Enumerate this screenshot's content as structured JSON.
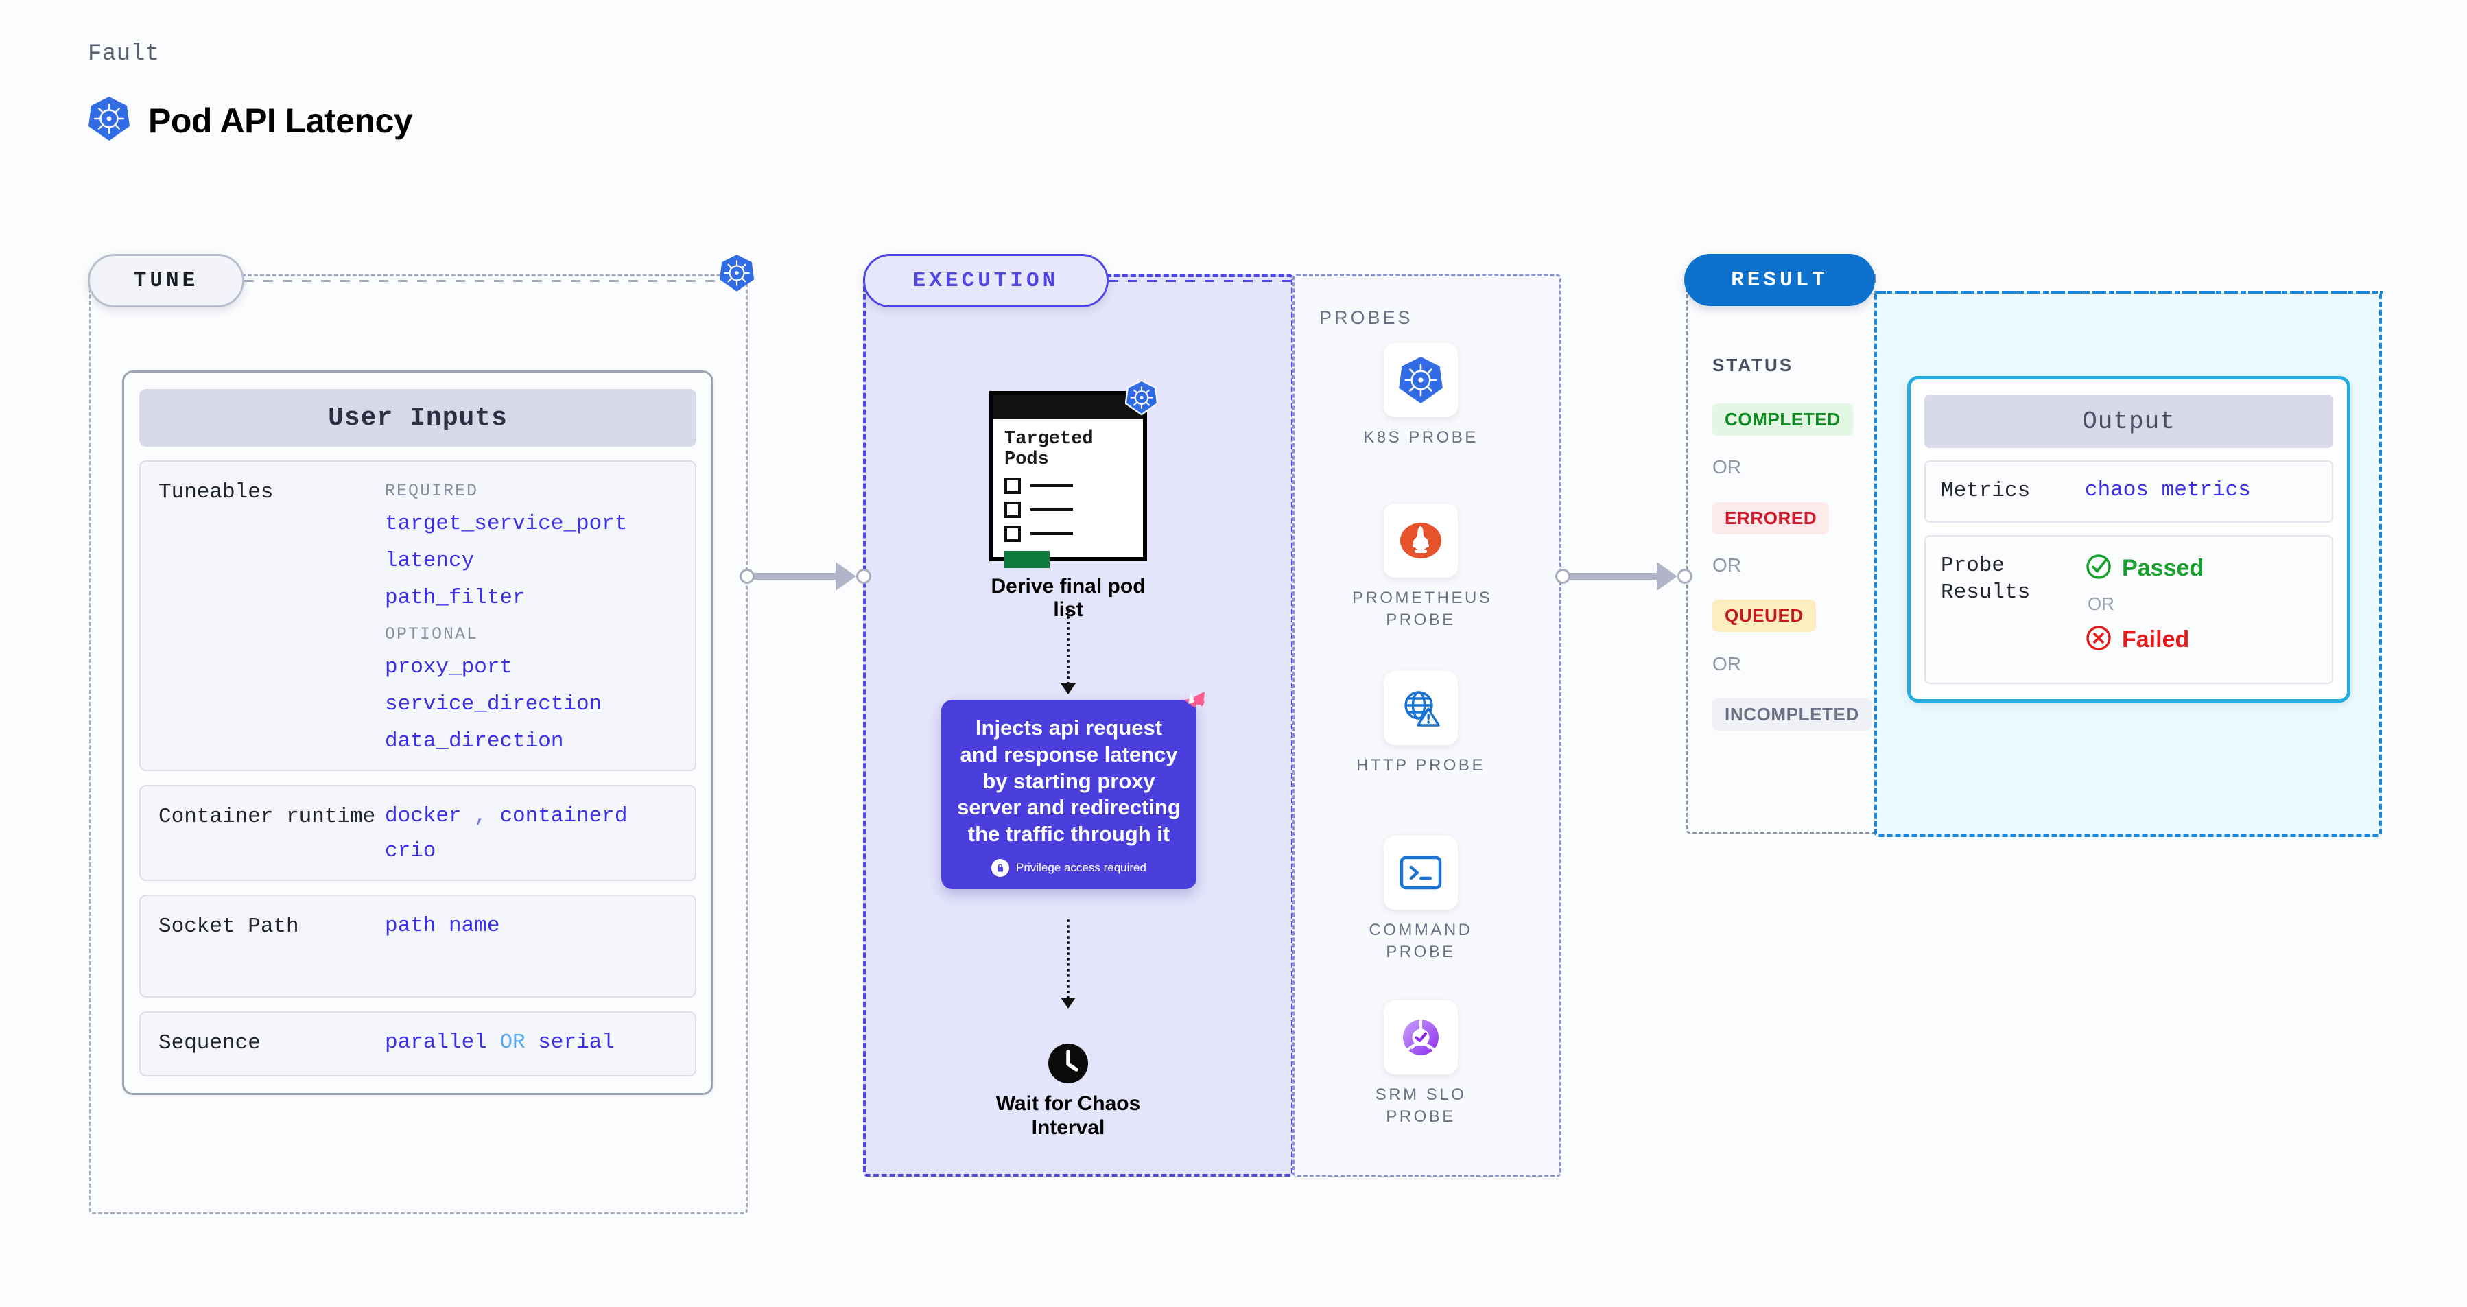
{
  "header": {
    "eyebrow": "Fault",
    "title": "Pod API Latency",
    "icon": "kubernetes-icon"
  },
  "sections": {
    "tune": {
      "badge": "TUNE"
    },
    "execution": {
      "badge": "EXECUTION"
    },
    "result": {
      "badge": "RESULT"
    }
  },
  "tune": {
    "card_title": "User Inputs",
    "rows": [
      {
        "label": "Tuneables",
        "groups": [
          {
            "name": "REQUIRED",
            "items": [
              "target_service_port",
              "latency",
              "path_filter"
            ]
          },
          {
            "name": "OPTIONAL",
            "items": [
              "proxy_port",
              "service_direction",
              "data_direction"
            ]
          }
        ]
      },
      {
        "label": "Container runtime",
        "line1_a": "docker",
        "line1_sep": ",",
        "line1_b": "containerd",
        "line2": "crio"
      },
      {
        "label": "Socket Path",
        "value": "path name"
      },
      {
        "label": "Sequence",
        "value_a": "parallel",
        "value_or": "OR",
        "value_b": "serial"
      }
    ]
  },
  "execution": {
    "pods_card": {
      "title_line1": "Targeted",
      "title_line2": "Pods",
      "icon": "kubernetes-icon"
    },
    "derive_label": "Derive final pod list",
    "inject_card": {
      "text": "Injects api request and response latency by starting proxy server and redirecting the traffic through it",
      "privilege_note": "Privilege access required",
      "corner_icon": "litmus-chaos-icon",
      "bg_color": "#4a3fdd"
    },
    "wait": {
      "icon": "clock-icon",
      "label_line1": "Wait for Chaos",
      "label_line2": "Interval"
    }
  },
  "probes": {
    "title": "PROBES",
    "items": [
      {
        "icon": "kubernetes-icon",
        "label_line1": "K8S PROBE",
        "label_line2": ""
      },
      {
        "icon": "prometheus-icon",
        "label_line1": "PROMETHEUS",
        "label_line2": "PROBE"
      },
      {
        "icon": "http-globe-warning-icon",
        "label_line1": "HTTP PROBE",
        "label_line2": ""
      },
      {
        "icon": "terminal-prompt-icon",
        "label_line1": "COMMAND",
        "label_line2": "PROBE"
      },
      {
        "icon": "srm-slo-donut-check-icon",
        "label_line1": "SRM SLO",
        "label_line2": "PROBE"
      }
    ]
  },
  "result": {
    "status_title": "STATUS",
    "or_label": "OR",
    "statuses": [
      {
        "label": "COMPLETED",
        "color": "#0f8b23",
        "bg": "#e3f7e4"
      },
      {
        "label": "ERRORED",
        "color": "#d4192a",
        "bg": "#fdeaea"
      },
      {
        "label": "QUEUED",
        "color": "#c41a1a",
        "bg": "#fdeec0"
      },
      {
        "label": "INCOMPLETED",
        "color": "#6b7185",
        "bg": "#eff1f6"
      }
    ],
    "output": {
      "title": "Output",
      "metrics_label": "Metrics",
      "metrics_value": "chaos metrics",
      "probe_results_label": "Probe Results",
      "passed_label": "Passed",
      "passed_color": "#16a02c",
      "failed_label": "Failed",
      "failed_color": "#e41b1b",
      "or_label": "OR",
      "border_color": "#22aee2"
    }
  }
}
